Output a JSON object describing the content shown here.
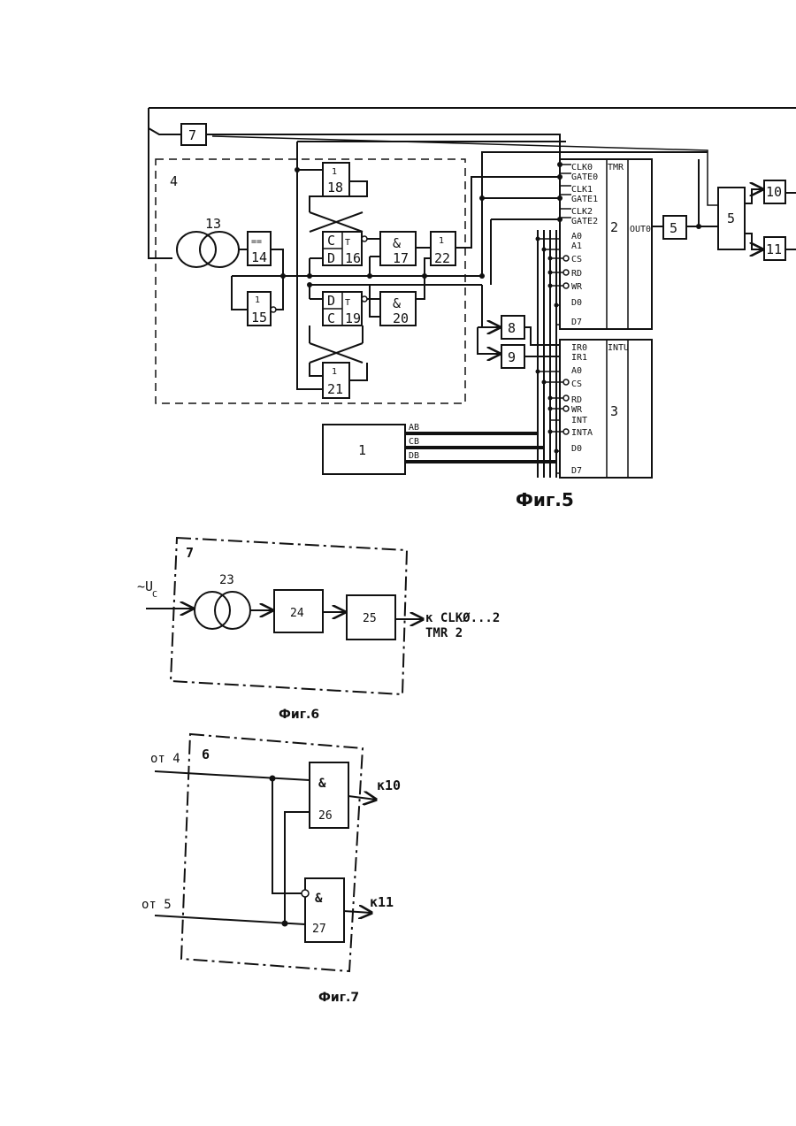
{
  "fig5": {
    "caption": "Фиг.5",
    "block4": "4",
    "block7": "7",
    "block13": "13",
    "block14": "14",
    "block14_sym": "==",
    "block15": "15",
    "block16": "16",
    "block17": "17",
    "block18": "18",
    "block19": "19",
    "block20": "20",
    "block21": "21",
    "block22": "22",
    "block1": "1",
    "block2": "2",
    "block3": "3",
    "block5": "5",
    "block8": "8",
    "block9": "9",
    "block10": "10",
    "block11": "11",
    "block_5b": "5",
    "sym_or": "1",
    "sym_and": "&",
    "ff_c": "C",
    "ff_d": "D",
    "ff_t": "T",
    "tmr_label": "TMR",
    "intu_label": "INTU",
    "out0": "OUT0",
    "tmr_pins": [
      "CLK0",
      "GATE0",
      "CLK1",
      "GATE1",
      "CLK2",
      "GATE2",
      "A0",
      "A1",
      "CS",
      "RD",
      "WR",
      "D0",
      "D7"
    ],
    "intu_pins": [
      "IR0",
      "IR1",
      "A0",
      "CS",
      "RD",
      "WR",
      "INT",
      "INTA",
      "D0",
      "D7"
    ],
    "bus_ab": "AB",
    "bus_cb": "CB",
    "bus_db": "DB"
  },
  "fig6": {
    "caption": "Фиг.6",
    "frame": "7",
    "input": "~U",
    "input_sub": "C",
    "b23": "23",
    "b24": "24",
    "b25": "25",
    "out_line1": "к CLKØ...2",
    "out_line2": "TMR 2"
  },
  "fig7": {
    "caption": "Фиг.7",
    "frame": "6",
    "in_a": "от 4",
    "in_b": "от 5",
    "b26": "26",
    "b27": "27",
    "and_sym": "&",
    "out_a": "к10",
    "out_b": "к11"
  }
}
